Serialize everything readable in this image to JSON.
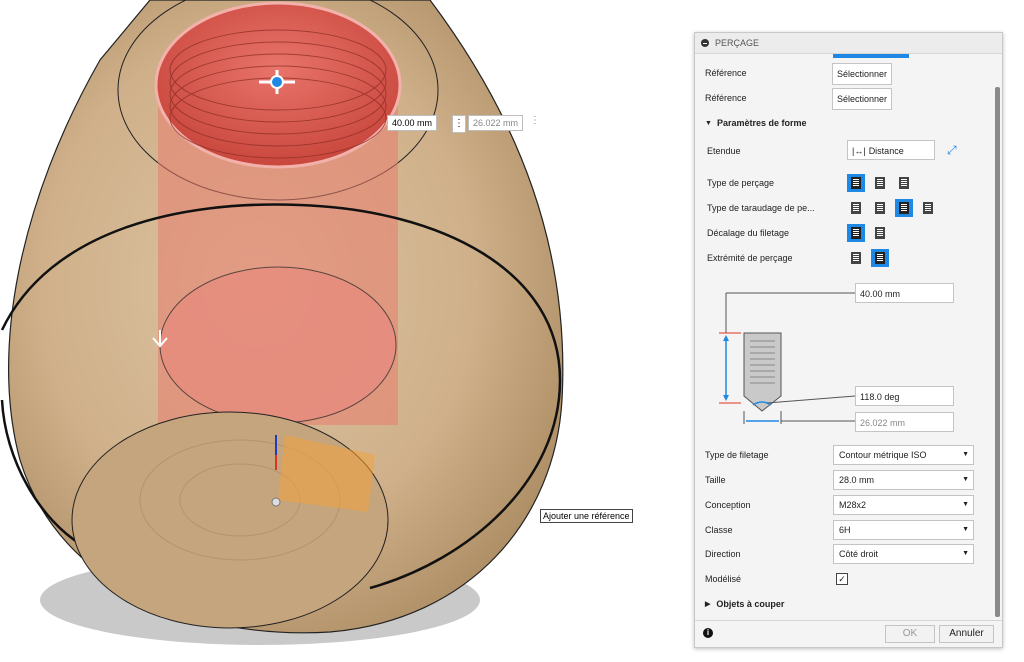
{
  "viewport": {
    "dimension_value": "40.00 mm",
    "dimension_secondary": "26.022 mm",
    "tooltip": "Ajouter une référence"
  },
  "panel": {
    "title": "PERÇAGE",
    "reference_label_1": "Référence",
    "reference_button_1": "Sélectionner",
    "reference_label_2": "Référence",
    "reference_button_2": "Sélectionner",
    "section_shape": "Paramètres de forme",
    "extent_label": "Etendue",
    "extent_value": "Distance",
    "hole_type_label": "Type de perçage",
    "tap_type_label": "Type de taraudage de pe...",
    "thread_offset_label": "Décalage du filetage",
    "drill_point_label": "Extrémité de perçage",
    "diagram": {
      "depth": "40.00 mm",
      "angle": "118.0 deg",
      "diameter": "26.022 mm"
    },
    "thread_type_label": "Type de filetage",
    "thread_type_value": "Contour métrique ISO",
    "size_label": "Taille",
    "size_value": "28.0 mm",
    "designation_label": "Conception",
    "designation_value": "M28x2",
    "class_label": "Classe",
    "class_value": "6H",
    "direction_label": "Direction",
    "direction_value": "Côté droit",
    "modeled_label": "Modélisé",
    "modeled_checked": "✓",
    "objects_label": "Objets à couper",
    "ok_label": "OK",
    "cancel_label": "Annuler"
  },
  "colors": {
    "accent": "#1e88e5",
    "wood": "#cdb28f",
    "hole_red": "#e2685a"
  }
}
